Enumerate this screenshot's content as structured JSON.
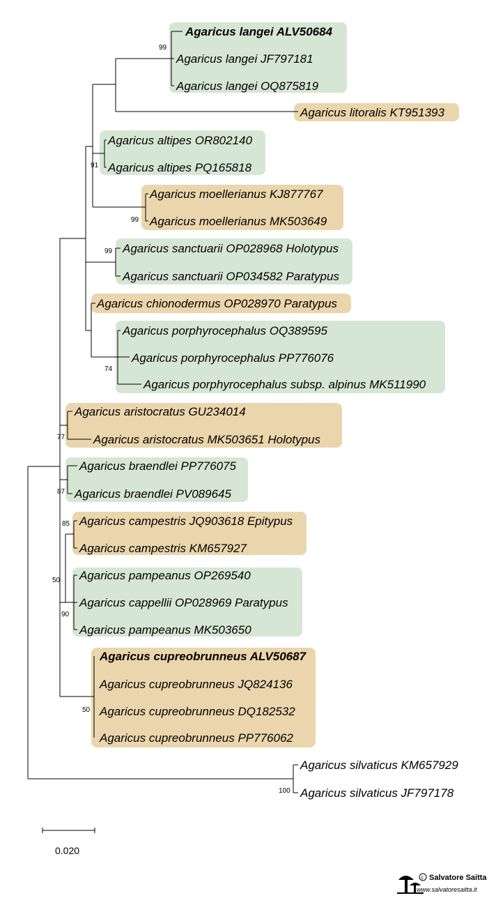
{
  "taxa": {
    "langei_alv": "Agaricus langei ALV50684",
    "langei_jf": "Agaricus langei JF797181",
    "langei_oq": "Agaricus langei OQ875819",
    "litoralis": "Agaricus litoralis KT951393",
    "altipes_or": "Agaricus altipes OR802140",
    "altipes_pq": "Agaricus altipes PQ165818",
    "moellerianus_kj": "Agaricus moellerianus KJ877767",
    "moellerianus_mk": "Agaricus moellerianus MK503649",
    "sanctuarii_holo": "Agaricus sanctuarii OP028968 Holotypus",
    "sanctuarii_para": "Agaricus sanctuarii OP034582 Paratypus",
    "chionodermus": "Agaricus chionodermus OP028970 Paratypus",
    "porphyro_oq": "Agaricus porphyrocephalus OQ389595",
    "porphyro_pp": "Agaricus porphyrocephalus PP776076",
    "porphyro_alpinus": "Agaricus porphyrocephalus subsp. alpinus MK511990",
    "aristocratus_gu": "Agaricus aristocratus GU234014",
    "aristocratus_holo": "Agaricus aristocratus MK503651 Holotypus",
    "braendlei_pp": "Agaricus braendlei PP776075",
    "braendlei_pv": "Agaricus braendlei PV089645",
    "campestris_epi": "Agaricus campestris JQ903618 Epitypus",
    "campestris_km": "Agaricus campestris KM657927",
    "pampeanus_op": "Agaricus pampeanus OP269540",
    "cappellii": "Agaricus cappellii OP028969 Paratypus",
    "pampeanus_mk": "Agaricus pampeanus MK503650",
    "cupreo_alv": "Agaricus cupreobrunneus ALV50687",
    "cupreo_jq": "Agaricus cupreobrunneus JQ824136",
    "cupreo_dq": "Agaricus cupreobrunneus DQ182532",
    "cupreo_pp": "Agaricus cupreobrunneus PP776062",
    "silvaticus_km": "Agaricus silvaticus KM657929",
    "silvaticus_jf": "Agaricus silvaticus JF797178"
  },
  "support": {
    "langei": "99",
    "altipes": "91",
    "moellerianus": "99",
    "sanctuarii": "99",
    "porphyrocephalus": "74",
    "aristocratus": "77",
    "braendlei": "87",
    "campestris": "85",
    "campestris_pampeanus": "50",
    "pampeanus": "90",
    "cupreobrunneus": "50",
    "silvaticus": "100"
  },
  "scale": {
    "label": "0.020"
  },
  "watermark": {
    "name": "Salvatore Saitta",
    "url": "www.salvatoresaitta.it"
  },
  "colors": {
    "green_box": "#d6e6d4",
    "tan_box": "#ebd5ac"
  }
}
